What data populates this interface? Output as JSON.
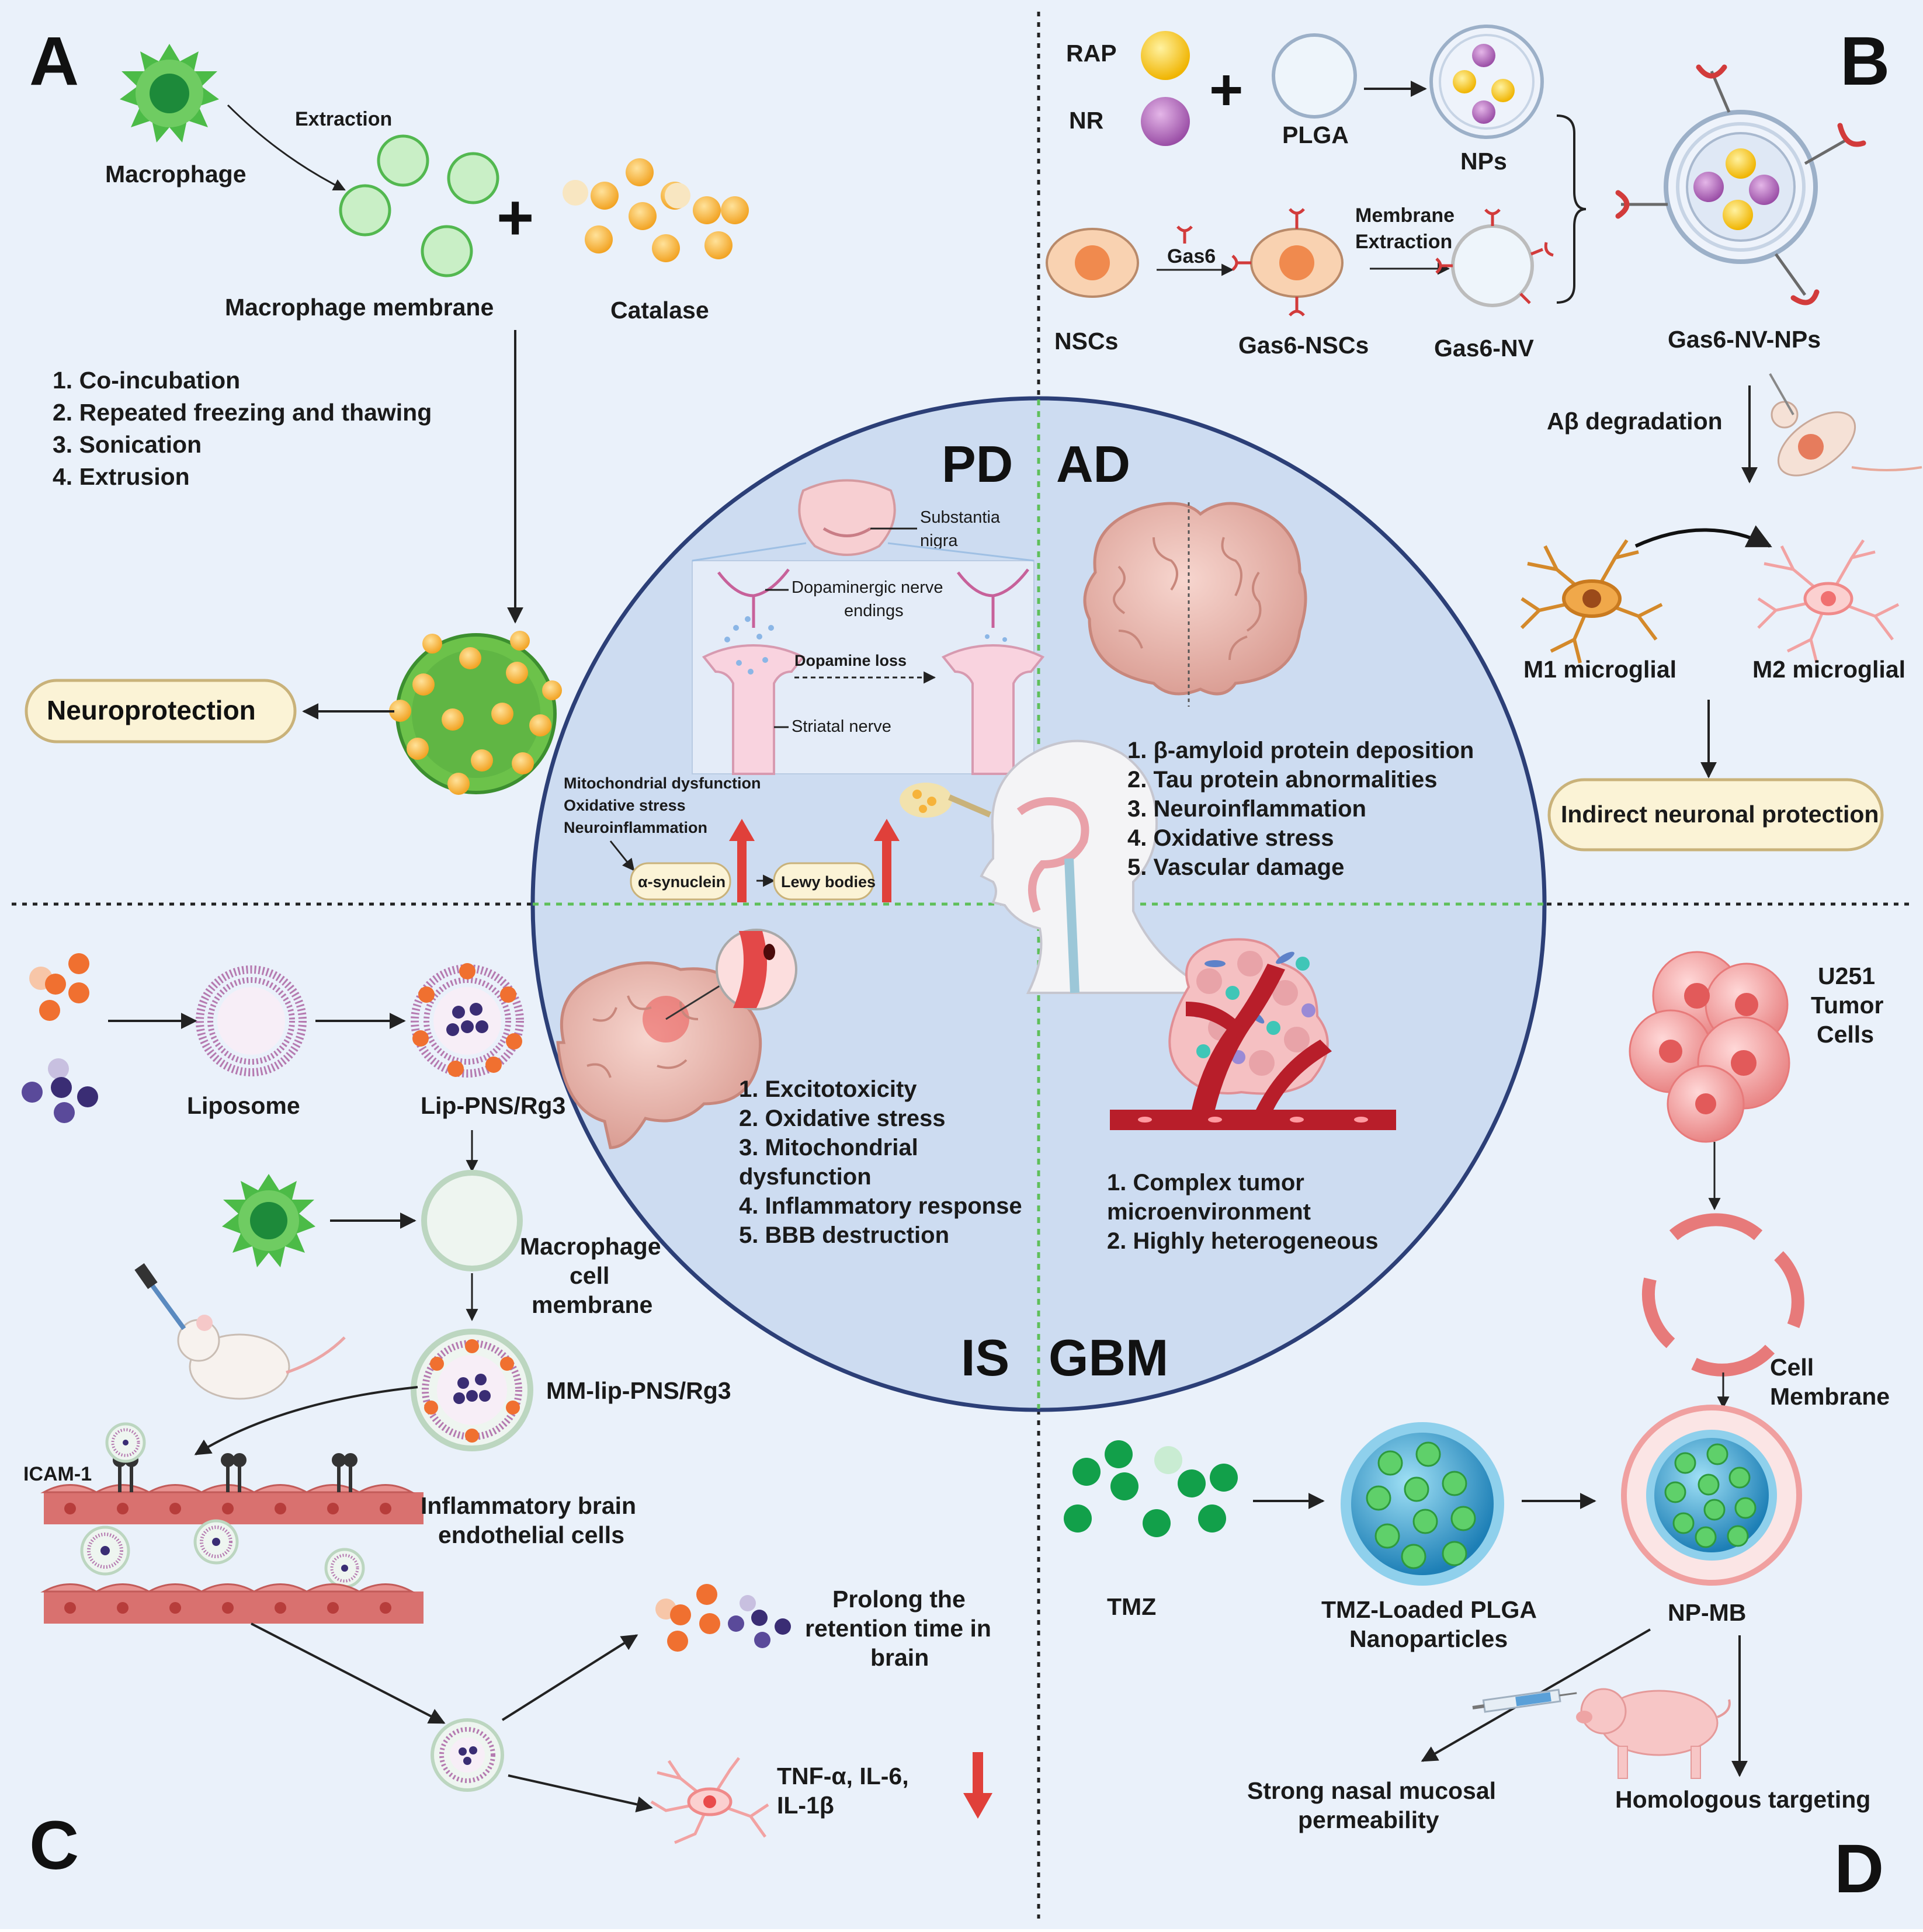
{
  "panels": {
    "A": {
      "letter": "A",
      "macrophage": "Macrophage",
      "extraction": "Extraction",
      "macrophage_membrane": "Macrophage membrane",
      "catalase": "Catalase",
      "steps": [
        "1.  Co-incubation",
        "2.  Repeated freezing and thawing",
        "3.  Sonication",
        "4.  Extrusion"
      ],
      "outcome": "Neuroprotection"
    },
    "B": {
      "letter": "B",
      "rap": "RAP",
      "nr": "NR",
      "plga": "PLGA",
      "nps": "NPs",
      "gas6": "Gas6",
      "membrane_extraction_1": "Membrane",
      "membrane_extraction_2": "Extraction",
      "nscs": "NSCs",
      "gas6_nscs": "Gas6-NSCs",
      "gas6_nv": "Gas6-NV",
      "gas6_nv_nps": "Gas6-NV-NPs",
      "ab_degradation": "Aβ degradation",
      "m1": "M1 microglial",
      "m2": "M2 microglial",
      "outcome": "Indirect neuronal protection"
    },
    "C": {
      "letter": "C",
      "liposome": "Liposome",
      "lip_pns": "Lip-PNS/Rg3",
      "mac_cell_membrane": [
        "Macrophage",
        "cell",
        "membrane"
      ],
      "mm_lip": "MM-lip-PNS/Rg3",
      "icam": "ICAM-1",
      "endothelial": [
        "Inflammatory brain",
        "endothelial cells"
      ],
      "prolong": [
        "Prolong the",
        "retention time in",
        "brain"
      ],
      "cytokines": [
        "TNF-α,  IL-6,",
        "IL-1β"
      ]
    },
    "D": {
      "letter": "D",
      "u251": [
        "U251",
        "Tumor",
        "Cells"
      ],
      "cell_membrane": [
        "Cell",
        "Membrane"
      ],
      "tmz": "TMZ",
      "tmz_plga": [
        "TMZ-Loaded PLGA",
        "Nanoparticles"
      ],
      "np_mb": "NP-MB",
      "nasal": [
        "Strong nasal mucosal",
        "permeability"
      ],
      "homologous": "Homologous targeting"
    }
  },
  "center": {
    "pd": "PD",
    "ad": "AD",
    "is": "IS",
    "gbm": "GBM",
    "substantia": [
      "Substantia",
      "nigra"
    ],
    "dopaminergic": [
      "Dopaminergic nerve",
      "endings"
    ],
    "dopamine_loss": "Dopamine loss",
    "striatal": "Striatal nerve",
    "pd_factors": [
      "Mitochondrial dysfunction",
      "Oxidative stress",
      "Neuroinflammation"
    ],
    "alpha_syn": "α-synuclein",
    "lewy": "Lewy bodies",
    "ad_list": [
      "1.  β-amyloid protein deposition",
      "2.  Tau protein abnormalities",
      "3.  Neuroinflammation",
      "4.  Oxidative stress",
      "5.  Vascular damage"
    ],
    "is_list": [
      "1.  Excitotoxicity",
      "2.  Oxidative stress",
      "3.  Mitochondrial",
      "     dysfunction",
      "4.  Inflammatory response",
      "5.  BBB destruction"
    ],
    "gbm_list": [
      "1.  Complex tumor",
      "     microenvironment",
      "2.  Highly heterogeneous"
    ]
  },
  "colors": {
    "panel_bg": "#eaf1fa",
    "circle_fill": "#cddcf1",
    "circle_stroke": "#2c3f77",
    "pill_fill": "#fbf3d6",
    "pill_stroke": "#c9b27a",
    "macrophage_green": "#4cbb47",
    "catalase_orange": "#f6b33a",
    "arrow_red": "#e0403a",
    "endothelium": "#d9716f",
    "nano_blue": "#3aa6d6"
  }
}
